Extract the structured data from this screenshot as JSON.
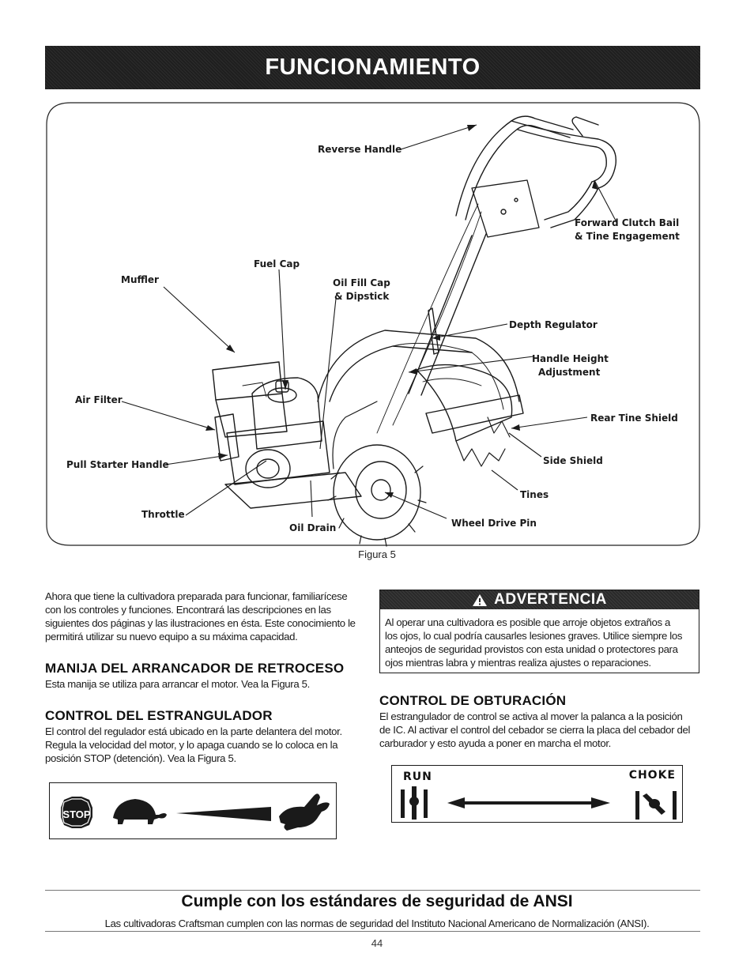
{
  "header": {
    "title": "FUNCIONAMIENTO"
  },
  "figure": {
    "labels": {
      "reverse_handle": "Reverse Handle",
      "forward_clutch_1": "Forward Clutch Bail",
      "forward_clutch_2": "& Tine Engagement",
      "fuel_cap": "Fuel Cap",
      "muffler": "Muffler",
      "oil_fill_1": "Oil Fill Cap",
      "oil_fill_2": "& Dipstick",
      "depth_regulator": "Depth Regulator",
      "handle_height_1": "Handle Height",
      "handle_height_2": "Adjustment",
      "air_filter": "Air Filter",
      "rear_tine_shield": "Rear Tine Shield",
      "pull_starter": "Pull Starter Handle",
      "side_shield": "Side Shield",
      "tines": "Tines",
      "throttle": "Throttle",
      "wheel_drive_pin": "Wheel Drive Pin",
      "oil_drain": "Oil Drain"
    },
    "caption": "Figura 5"
  },
  "intro": {
    "lines": [
      "Ahora que tiene la cultivadora preparada para funcionar, familiarícese",
      "con los controles y funciones. Encontrará las descripciones en las",
      "siguientes dos páginas y las ilustraciones en ésta. Este conocimiento le",
      "permitirá utilizar su nuevo equipo a su máxima capacidad."
    ]
  },
  "recoil": {
    "heading": "MANIJA DEL ARRANCADOR DE RETROCESO",
    "lines": [
      "Esta manija se utiliza para arrancar el motor. Vea la Figura 5."
    ]
  },
  "throttle_control": {
    "heading": "CONTROL DEL ESTRANGULADOR",
    "lines": [
      "El control del regulador está ubicado en la parte delantera del motor.",
      "Regula la velocidad del motor, y lo apaga cuando se lo coloca en la",
      "posición STOP (detención). Vea la Figura 5."
    ],
    "stop_label": "STOP"
  },
  "warning": {
    "title": "ADVERTENCIA",
    "lines": [
      "Al operar una cultivadora es posible que arroje objetos extraños a",
      "los ojos, lo cual podría causarles lesiones graves. Utilice siempre los",
      "anteojos de seguridad provistos con esta unidad o protectores para",
      "ojos mientras labra y mientras realiza ajustes o reparaciones."
    ]
  },
  "choke_control": {
    "heading": "CONTROL DE OBTURACIÓN",
    "lines": [
      "El estrangulador de control se activa al mover la palanca a la posición",
      "de IC. Al activar el control del cebador se cierra la placa del cebador del",
      "carburador y esto ayuda a poner en marcha el motor."
    ],
    "run_label": "RUN",
    "choke_label": "CHOKE"
  },
  "ansi": {
    "title": "Cumple con los estándares de seguridad de ANSI",
    "text": "Las cultivadoras Craftsman cumplen con las normas de seguridad del Instituto Nacional Americano de Normalización (ANSI)."
  },
  "page_number": "44"
}
